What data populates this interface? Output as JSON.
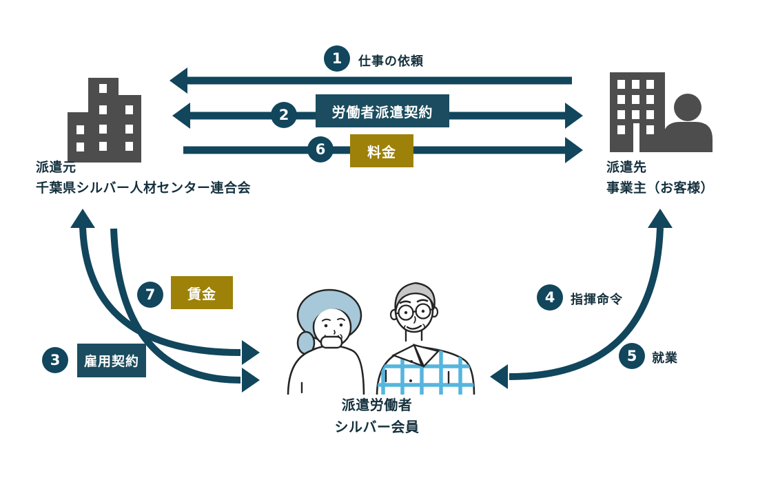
{
  "diagram": {
    "nodes": {
      "source": {
        "line1": "派遣元",
        "line2": "千葉県シルバー人材センター連合会",
        "icon": "office-building-icon"
      },
      "destination": {
        "line1": "派遣先",
        "line2": "事業主（お客様）",
        "icon": "office-building-with-person-icon"
      },
      "workers": {
        "line1": "派遣労働者",
        "line2": "シルバー会員",
        "icon": "elderly-couple-illustration"
      }
    },
    "flows": [
      {
        "number": "1",
        "label": "仕事の依頼",
        "from": "destination",
        "to": "source",
        "style": "plain"
      },
      {
        "number": "2",
        "label": "労働者派遣契約",
        "from": "source",
        "to": "destination",
        "style": "teal-box",
        "direction": "both"
      },
      {
        "number": "3",
        "label": "雇用契約",
        "from": "workers",
        "to": "source",
        "style": "teal-box",
        "direction": "both"
      },
      {
        "number": "4",
        "label": "指揮命令",
        "from": "destination",
        "to": "workers",
        "style": "plain"
      },
      {
        "number": "5",
        "label": "就業",
        "from": "workers",
        "to": "destination",
        "style": "plain"
      },
      {
        "number": "6",
        "label": "料金",
        "from": "source",
        "to": "destination",
        "style": "gold-box"
      },
      {
        "number": "7",
        "label": "賃金",
        "from": "source",
        "to": "workers",
        "style": "gold-box"
      }
    ],
    "colors": {
      "arrow": "#11465c",
      "box_teal": "#1b4c5f",
      "box_gold": "#9d8109",
      "text": "#14303d",
      "icon_gray": "#4d4d4d",
      "hair_blue": "#a6c8d8",
      "hair_gray": "#c7c7c7",
      "shirt_check_blue": "#55b5de",
      "background": "#ffffff"
    }
  }
}
